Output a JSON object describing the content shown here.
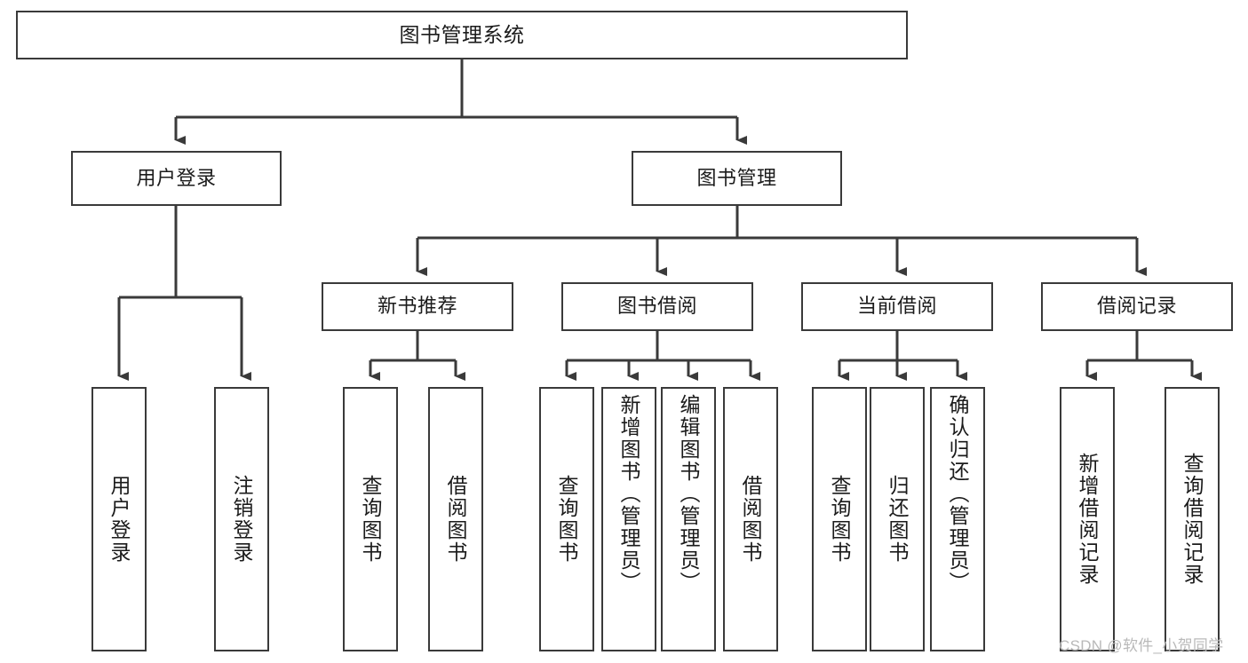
{
  "diagram": {
    "type": "tree-hierarchy",
    "title": "图书管理系统",
    "watermark": "CSDN @软件_小贺同学",
    "colors": {
      "border": "#3a3a3a",
      "background": "#ffffff",
      "text": "#1b1b1b",
      "connector": "#3a3a3a",
      "watermark": "#b9b9b9"
    },
    "root": {
      "label": "图书管理系统"
    },
    "level2": [
      {
        "label": "用户登录"
      },
      {
        "label": "图书管理"
      }
    ],
    "level3": [
      {
        "label": "新书推荐"
      },
      {
        "label": "图书借阅"
      },
      {
        "label": "当前借阅"
      },
      {
        "label": "借阅记录"
      }
    ],
    "leaves": {
      "user_login": [
        {
          "label": "用户登录"
        },
        {
          "label": "注销登录"
        }
      ],
      "new_book_recommend": [
        {
          "label": "查询图书"
        },
        {
          "label": "借阅图书"
        }
      ],
      "book_borrow": [
        {
          "label": "查询图书"
        },
        {
          "label": "新增图书（管理员）"
        },
        {
          "label": "编辑图书（管理员）"
        },
        {
          "label": "借阅图书"
        }
      ],
      "current_borrow": [
        {
          "label": "查询图书"
        },
        {
          "label": "归还图书"
        },
        {
          "label": "确认归还（管理员）"
        }
      ],
      "borrow_record": [
        {
          "label": "新增借阅记录"
        },
        {
          "label": "查询借阅记录"
        }
      ]
    }
  }
}
